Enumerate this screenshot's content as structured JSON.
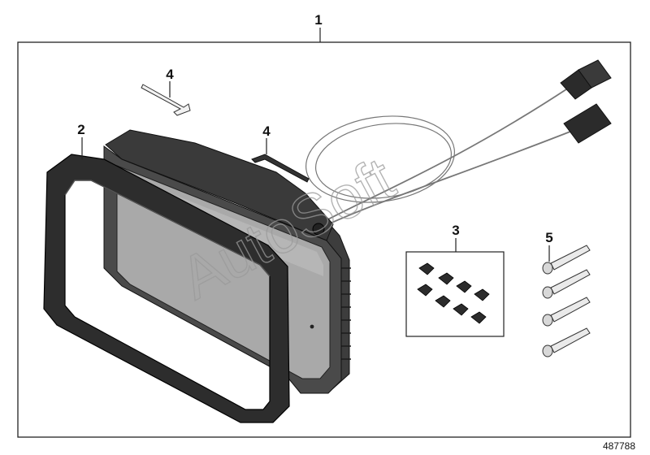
{
  "diagram": {
    "callouts": {
      "kit": "1",
      "frame": "2",
      "clips": "3",
      "key_a": "4",
      "key_b": "4",
      "screws": "5"
    },
    "document_number": "487788",
    "watermark": "AutoSoft"
  }
}
